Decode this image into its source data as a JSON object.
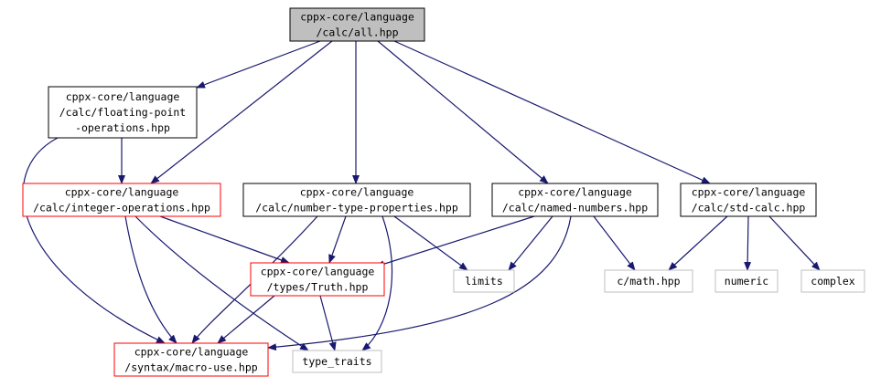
{
  "colors": {
    "edge": "#191970",
    "root_fill": "#bfbfbf",
    "root_border": "#000000",
    "normal_border": "#000000",
    "truncated_border": "#ff0000",
    "external_border": "#bfbfbf",
    "external_text": "#404040"
  },
  "nodes": [
    {
      "id": "all",
      "kind": "root",
      "lines": [
        "cppx-core/language",
        "/calc/all.hpp"
      ]
    },
    {
      "id": "fp",
      "kind": "normal",
      "lines": [
        "cppx-core/language",
        "/calc/floating-point",
        "-operations.hpp"
      ]
    },
    {
      "id": "int",
      "kind": "truncated",
      "lines": [
        "cppx-core/language",
        "/calc/integer-operations.hpp"
      ]
    },
    {
      "id": "ntp",
      "kind": "normal",
      "lines": [
        "cppx-core/language",
        "/calc/number-type-properties.hpp"
      ]
    },
    {
      "id": "named",
      "kind": "normal",
      "lines": [
        "cppx-core/language",
        "/calc/named-numbers.hpp"
      ]
    },
    {
      "id": "std",
      "kind": "normal",
      "lines": [
        "cppx-core/language",
        "/calc/std-calc.hpp"
      ]
    },
    {
      "id": "truth",
      "kind": "truncated",
      "lines": [
        "cppx-core/language",
        "/types/Truth.hpp"
      ]
    },
    {
      "id": "limits",
      "kind": "external",
      "lines": [
        "limits"
      ]
    },
    {
      "id": "cmath",
      "kind": "external",
      "lines": [
        "c/math.hpp"
      ]
    },
    {
      "id": "numeric",
      "kind": "external",
      "lines": [
        "numeric"
      ]
    },
    {
      "id": "complex",
      "kind": "external",
      "lines": [
        "complex"
      ]
    },
    {
      "id": "macro",
      "kind": "truncated",
      "lines": [
        "cppx-core/language",
        "/syntax/macro-use.hpp"
      ]
    },
    {
      "id": "traits",
      "kind": "external",
      "lines": [
        "type_traits"
      ]
    }
  ],
  "edges": [
    {
      "from": "all",
      "to": "fp"
    },
    {
      "from": "all",
      "to": "int"
    },
    {
      "from": "all",
      "to": "ntp"
    },
    {
      "from": "all",
      "to": "named"
    },
    {
      "from": "all",
      "to": "std"
    },
    {
      "from": "fp",
      "to": "int"
    },
    {
      "from": "fp",
      "to": "macro"
    },
    {
      "from": "int",
      "to": "truth"
    },
    {
      "from": "int",
      "to": "macro"
    },
    {
      "from": "int",
      "to": "traits"
    },
    {
      "from": "ntp",
      "to": "truth"
    },
    {
      "from": "ntp",
      "to": "limits"
    },
    {
      "from": "ntp",
      "to": "macro"
    },
    {
      "from": "ntp",
      "to": "traits"
    },
    {
      "from": "named",
      "to": "truth"
    },
    {
      "from": "named",
      "to": "limits"
    },
    {
      "from": "named",
      "to": "cmath"
    },
    {
      "from": "named",
      "to": "macro"
    },
    {
      "from": "std",
      "to": "cmath"
    },
    {
      "from": "std",
      "to": "numeric"
    },
    {
      "from": "std",
      "to": "complex"
    },
    {
      "from": "truth",
      "to": "macro"
    },
    {
      "from": "truth",
      "to": "traits"
    }
  ]
}
